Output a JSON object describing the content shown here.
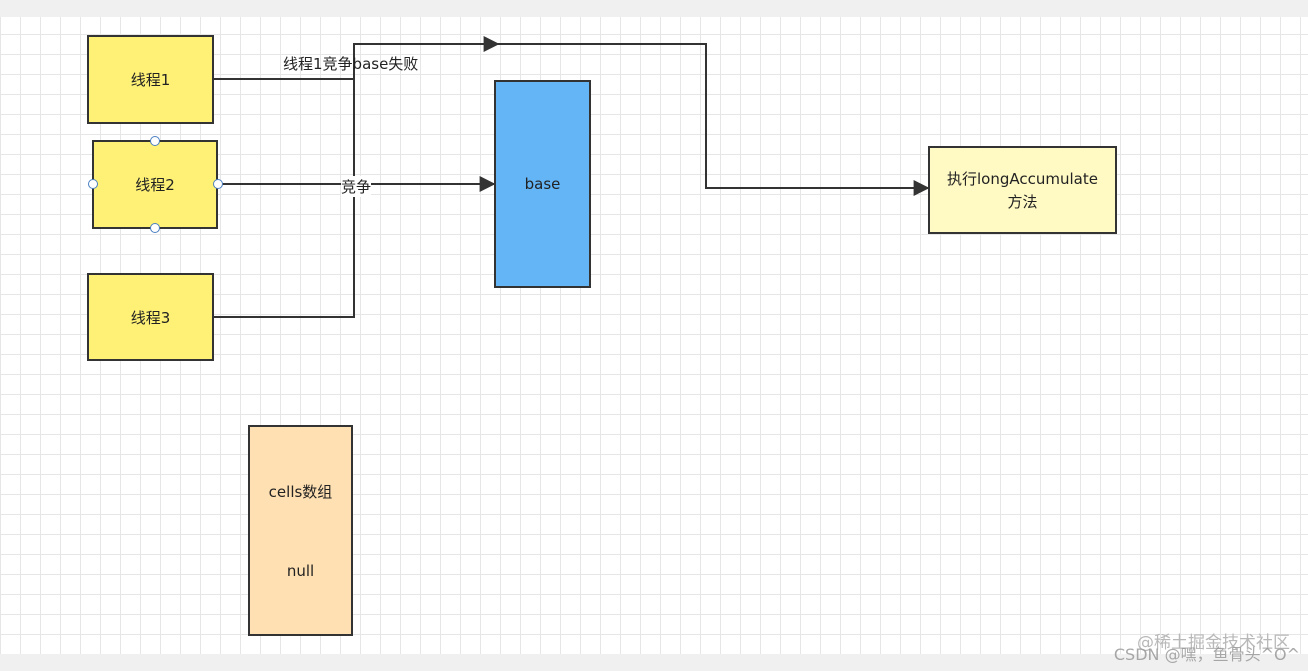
{
  "diagram": {
    "nodes": {
      "thread1": "线程1",
      "thread2": "线程2",
      "thread3": "线程3",
      "base": "base",
      "accumulate_line1": "执行longAccumulate",
      "accumulate_line2": "方法",
      "cells_title": "cells数组",
      "cells_value": "null"
    },
    "edge_labels": {
      "thread1_fail": "线程1竞争base失败",
      "compete": "竞争"
    },
    "colors": {
      "thread_fill": "#fff176",
      "base_fill": "#64b5f6",
      "accumulate_fill": "#fff9c4",
      "cells_fill": "#ffe0b2",
      "stroke": "#333333"
    }
  },
  "watermark": {
    "site": "@稀土掘金技术社区",
    "author": "CSDN @嘿，鱼骨头^O^"
  }
}
